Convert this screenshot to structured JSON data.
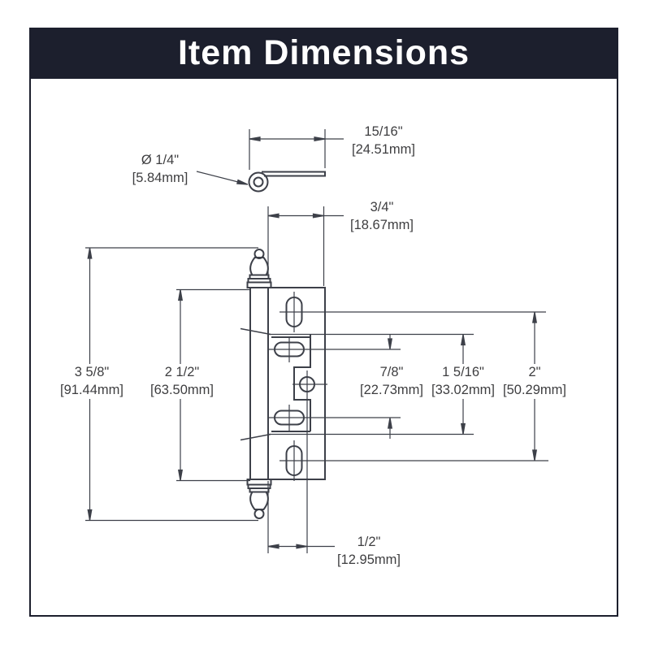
{
  "header": {
    "title": "Item Dimensions"
  },
  "colors": {
    "header_bg": "#1c1f2d",
    "frame_border": "#1c1f2d",
    "line": "#3d4049",
    "text": "#3e3e40"
  },
  "dimensions": {
    "top_width": {
      "inch": "15/16\"",
      "mm": "[24.51mm]"
    },
    "pin_diameter": {
      "inch": "Ø 1/4\"",
      "mm": "[5.84mm]"
    },
    "leaf_width": {
      "inch": "3/4\"",
      "mm": "[18.67mm]"
    },
    "overall_height": {
      "inch": "3 5/8\"",
      "mm": "[91.44mm]"
    },
    "body_height": {
      "inch": "2 1/2\"",
      "mm": "[63.50mm]"
    },
    "slot_spacing": {
      "inch": "7/8\"",
      "mm": "[22.73mm]"
    },
    "cutout_height": {
      "inch": "1 5/16\"",
      "mm": "[33.02mm]"
    },
    "hole_spacing": {
      "inch": "2\"",
      "mm": "[50.29mm]"
    },
    "edge_offset": {
      "inch": "1/2\"",
      "mm": "[12.95mm]"
    }
  }
}
